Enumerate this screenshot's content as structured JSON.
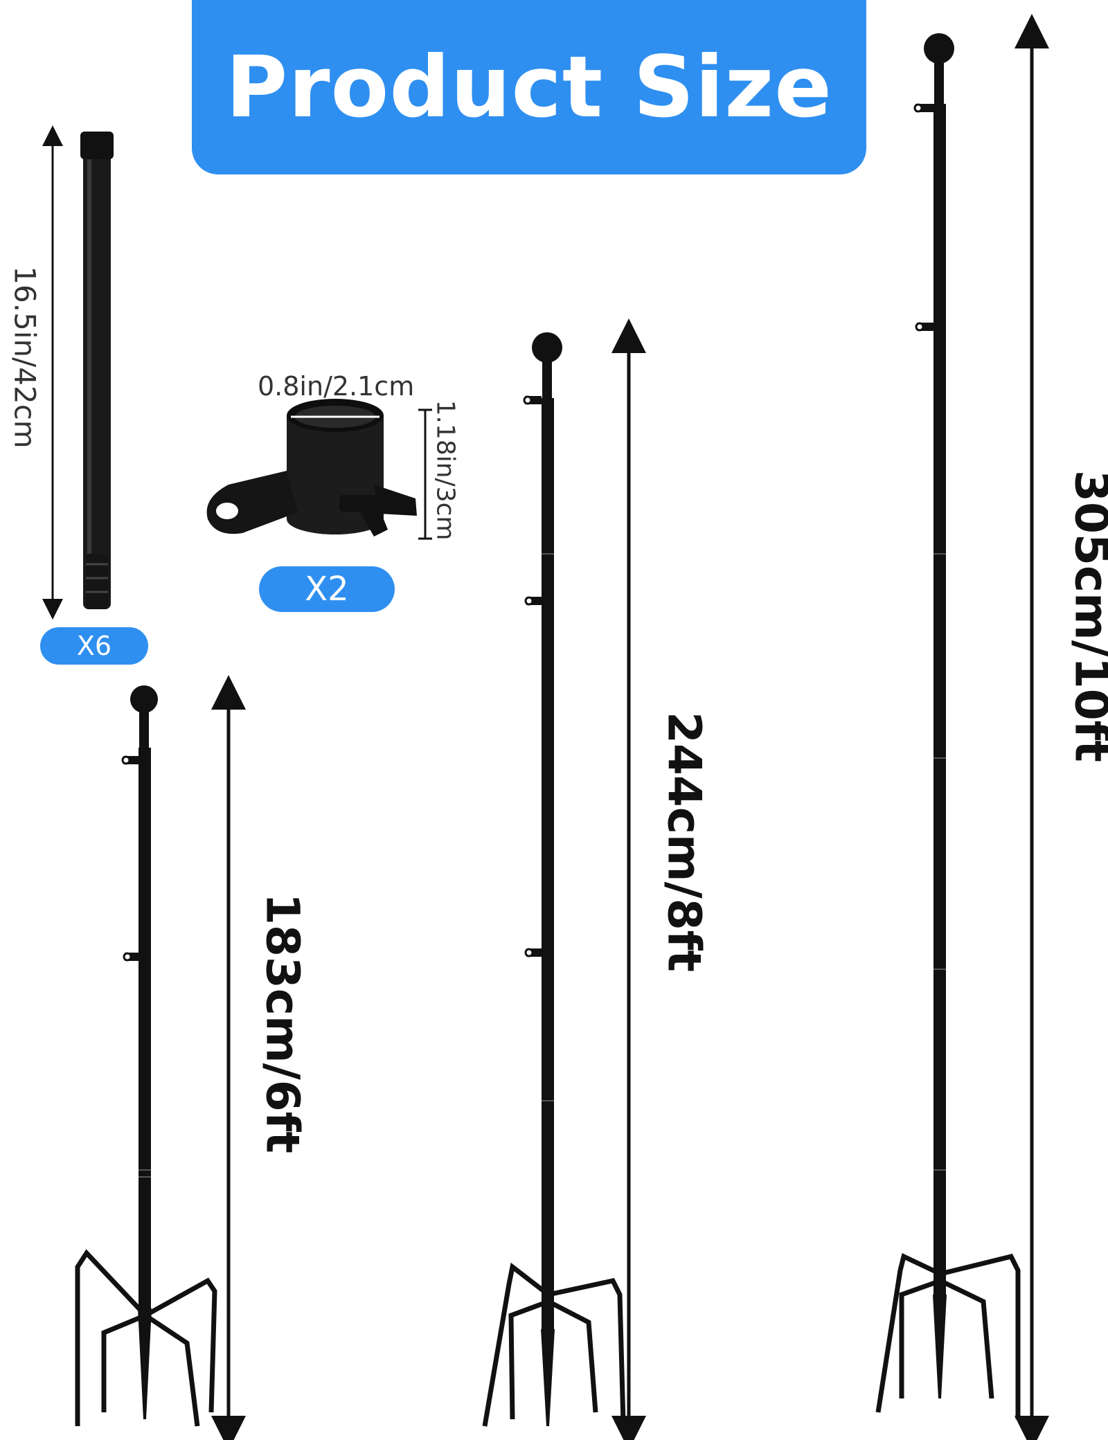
{
  "header": {
    "title": "Product Size"
  },
  "rod": {
    "length_label": "16.5in/42cm",
    "quantity": "X6"
  },
  "clamp": {
    "diameter_label": "0.8in/2.1cm",
    "height_label": "1.18in/3cm",
    "quantity": "X2"
  },
  "poles": [
    {
      "height_label": "183cm/6ft"
    },
    {
      "height_label": "244cm/8ft"
    },
    {
      "height_label": "305cm/10ft"
    }
  ],
  "colors": {
    "accent": "#2f8ff0",
    "pole": "#111111",
    "text": "#111111"
  }
}
